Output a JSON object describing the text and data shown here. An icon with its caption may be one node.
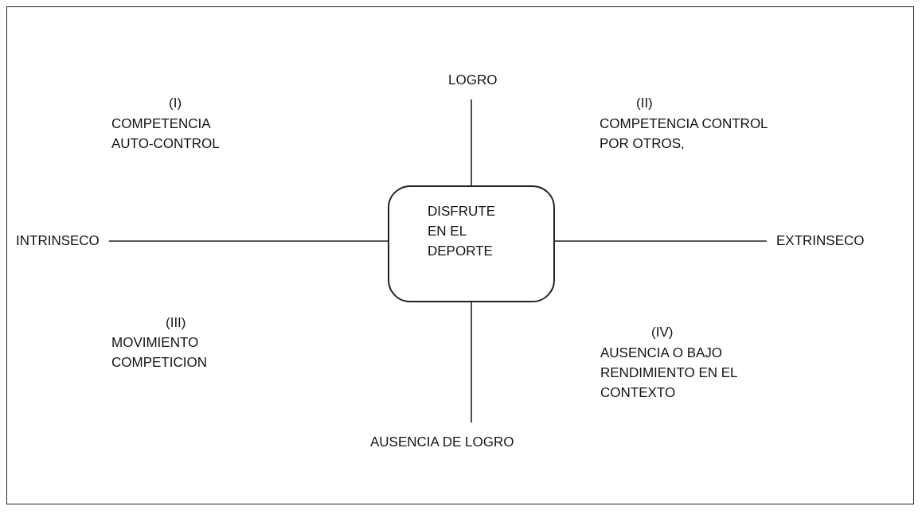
{
  "diagram": {
    "nodes": [
      {
        "text": [
          "LOGRO"
        ]
      },
      {
        "text": [
          "INTRINSECO"
        ]
      },
      {
        "text": [
          "DISFRUTE EN EL DEPORTE"
        ]
      },
      {
        "text": [
          "EXTRINSECO"
        ]
      },
      {
        "text": [
          "AUSENCIA DE LOGRO"
        ]
      }
    ],
    "edges": [
      {
        "from": 2,
        "to": 0,
        "arrow": "none"
      },
      {
        "from": 2,
        "to": 1,
        "arrow": "none"
      },
      {
        "from": 2,
        "to": 3,
        "arrow": "none"
      },
      {
        "from": 2,
        "to": 4,
        "arrow": "none"
      }
    ],
    "labels": [
      "(I)",
      "COMPETENCIA AUTO-CONTROL",
      "(II)",
      "COMPETENCIA CONTROL POR OTROS,",
      "(III)",
      "MOVIMIENTO COMPETICION",
      "(IV)",
      "AUSENCIA O BAJO RENDIMIENTO EN EL CONTEXTO"
    ]
  }
}
